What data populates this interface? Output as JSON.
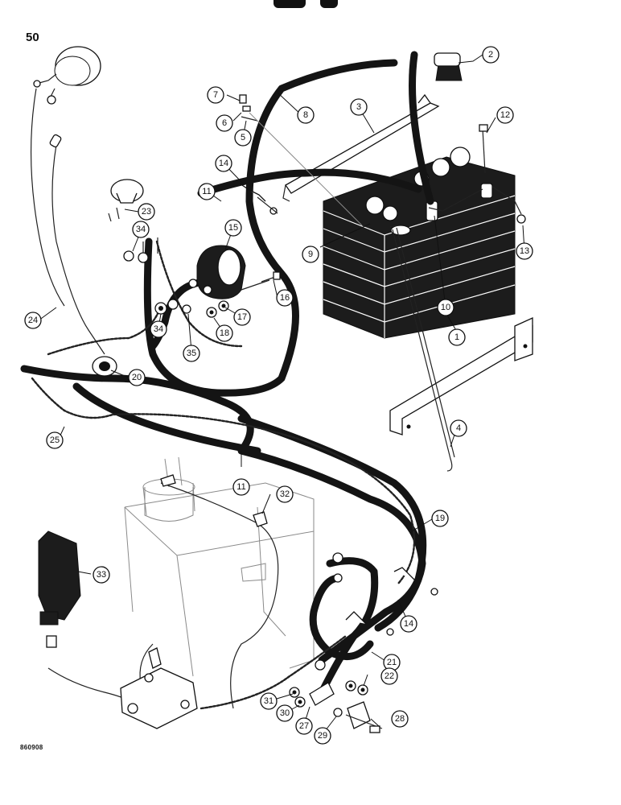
{
  "page": {
    "number": "50",
    "drawing_code": "860908"
  },
  "callouts": [
    {
      "id": "1",
      "label": "1"
    },
    {
      "id": "2",
      "label": "2"
    },
    {
      "id": "3",
      "label": "3"
    },
    {
      "id": "4",
      "label": "4"
    },
    {
      "id": "5",
      "label": "5"
    },
    {
      "id": "6",
      "label": "6"
    },
    {
      "id": "7",
      "label": "7"
    },
    {
      "id": "8",
      "label": "8"
    },
    {
      "id": "9",
      "label": "9"
    },
    {
      "id": "10",
      "label": "10"
    },
    {
      "id": "11a",
      "label": "11"
    },
    {
      "id": "11b",
      "label": "11"
    },
    {
      "id": "12",
      "label": "12"
    },
    {
      "id": "13",
      "label": "13"
    },
    {
      "id": "14a",
      "label": "14"
    },
    {
      "id": "14b",
      "label": "14"
    },
    {
      "id": "15",
      "label": "15"
    },
    {
      "id": "16",
      "label": "16"
    },
    {
      "id": "17",
      "label": "17"
    },
    {
      "id": "18",
      "label": "18"
    },
    {
      "id": "19",
      "label": "19"
    },
    {
      "id": "20",
      "label": "20"
    },
    {
      "id": "21",
      "label": "21"
    },
    {
      "id": "22",
      "label": "22"
    },
    {
      "id": "23",
      "label": "23"
    },
    {
      "id": "24",
      "label": "24"
    },
    {
      "id": "25",
      "label": "25"
    },
    {
      "id": "27",
      "label": "27"
    },
    {
      "id": "28",
      "label": "28"
    },
    {
      "id": "29",
      "label": "29"
    },
    {
      "id": "30",
      "label": "30"
    },
    {
      "id": "31",
      "label": "31"
    },
    {
      "id": "32",
      "label": "32"
    },
    {
      "id": "33",
      "label": "33"
    },
    {
      "id": "34a",
      "label": "34"
    },
    {
      "id": "34b",
      "label": "34"
    },
    {
      "id": "35",
      "label": "35"
    }
  ],
  "colors": {
    "ink": "#111111",
    "cable": "#141414",
    "paper": "#ffffff",
    "outline_gray": "#8a8a8a"
  }
}
